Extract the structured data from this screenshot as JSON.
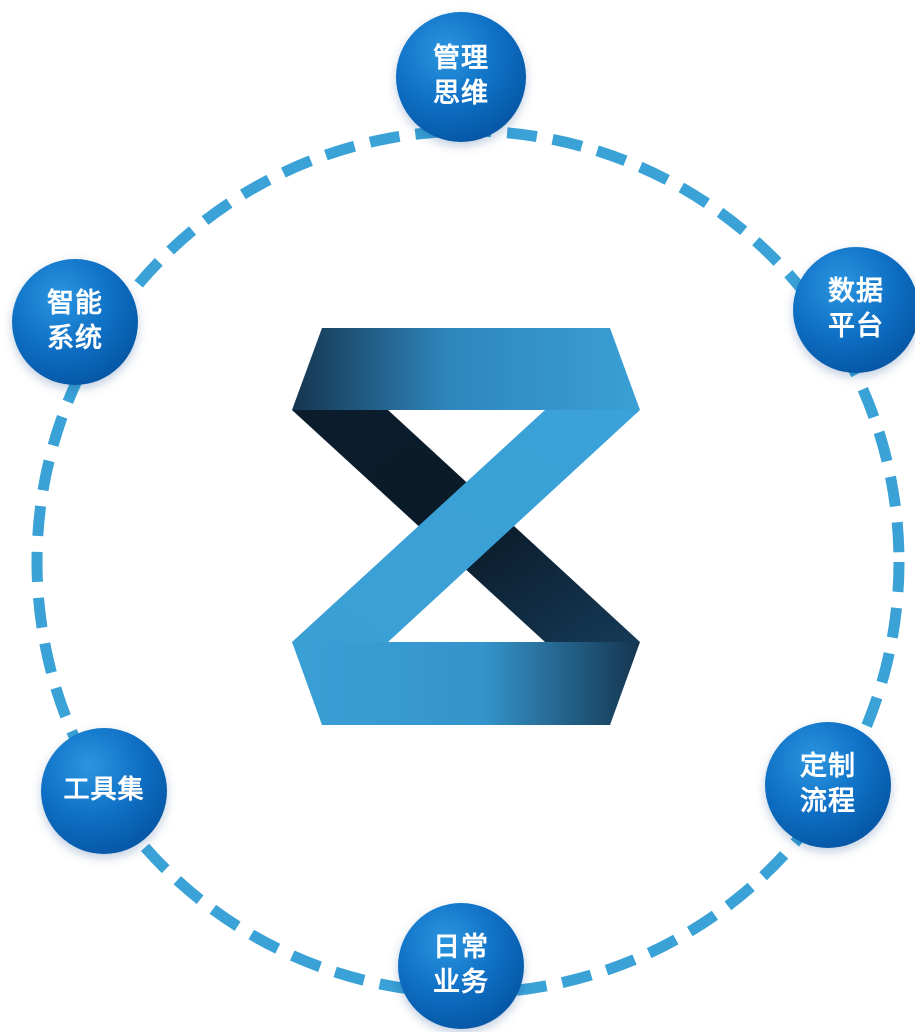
{
  "colors": {
    "ring_dash": "#3aa2d6",
    "node_fill": "#0e6fc4",
    "node_text": "#ffffff",
    "logo_light": "#3aa0d6",
    "logo_dark": "#0c2235"
  },
  "logo": {
    "icon": "z-ribbon-logo"
  },
  "nodes": {
    "management": {
      "label": "管理\n思维"
    },
    "data_platform": {
      "label": "数据\n平台"
    },
    "custom_process": {
      "label": "定制\n流程"
    },
    "daily_business": {
      "label": "日常\n业务"
    },
    "toolset": {
      "label": "工具集"
    },
    "intelligent_system": {
      "label": "智能\n系统"
    }
  }
}
